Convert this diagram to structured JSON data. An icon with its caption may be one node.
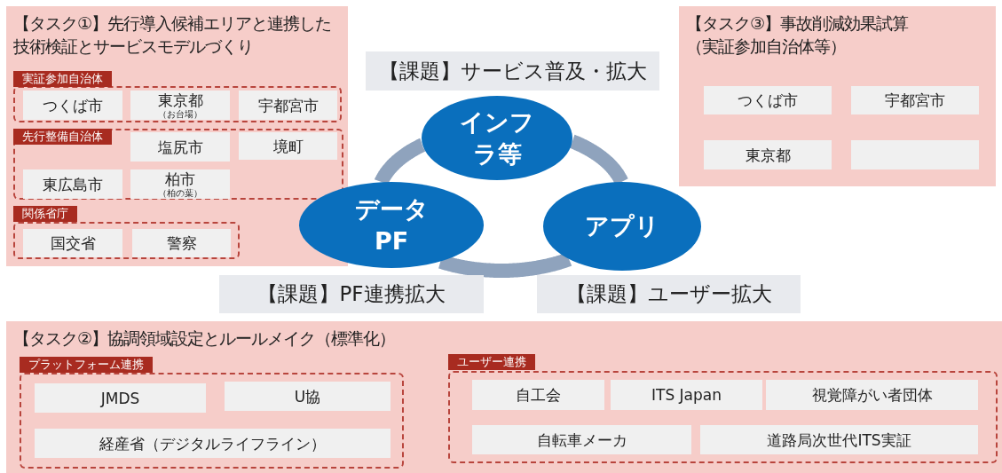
{
  "diagram": {
    "nodes": [
      {
        "text": [
          "【タスク①】先行導入候補エリアと連携した技術検証とサービスモデルづくり"
        ]
      },
      {
        "text": [
          "実証参加自治体"
        ],
        "in": 0
      },
      {
        "text": [
          "つくば市"
        ],
        "in": 1
      },
      {
        "text": [
          "東京都",
          "（お台場）"
        ],
        "in": 1
      },
      {
        "text": [
          "宇都宮市"
        ],
        "in": 1
      },
      {
        "text": [
          "先行整備自治体"
        ],
        "in": 0
      },
      {
        "text": [
          "塩尻市"
        ],
        "in": 5
      },
      {
        "text": [
          "境町"
        ],
        "in": 5
      },
      {
        "text": [
          "東広島市"
        ],
        "in": 5
      },
      {
        "text": [
          "柏市",
          "（柏の葉）"
        ],
        "in": 5
      },
      {
        "text": [
          "関係省庁"
        ],
        "in": 0
      },
      {
        "text": [
          "国交省"
        ],
        "in": 10
      },
      {
        "text": [
          "警察"
        ],
        "in": 10
      },
      {
        "text": [
          "【課題】サービス普及・拡大"
        ]
      },
      {
        "text": [
          "インフラ等"
        ]
      },
      {
        "text": [
          "データ PF"
        ]
      },
      {
        "text": [
          "アプリ"
        ]
      },
      {
        "text": [
          "【課題】PF連携拡大"
        ]
      },
      {
        "text": [
          "【課題】ユーザー拡大"
        ]
      },
      {
        "text": [
          "【タスク③】事故削減効果試算（実証参加自治体等）"
        ]
      },
      {
        "text": [
          "つくば市"
        ],
        "in": 19
      },
      {
        "text": [
          "宇都宮市"
        ],
        "in": 19
      },
      {
        "text": [
          "東京都"
        ],
        "in": 19
      },
      {
        "text": [],
        "shape": "box",
        "in": 19
      },
      {
        "text": [
          "【タスク②】協調領域設定とルールメイク（標準化）"
        ]
      },
      {
        "text": [
          "プラットフォーム連携"
        ],
        "in": 24
      },
      {
        "text": [
          "JMDS"
        ],
        "in": 25
      },
      {
        "text": [
          "U協"
        ],
        "in": 25
      },
      {
        "text": [
          "経産省（デジタルライフライン）"
        ],
        "in": 25
      },
      {
        "text": [
          "ユーザー連携"
        ],
        "in": 24
      },
      {
        "text": [
          "自工会"
        ],
        "in": 29
      },
      {
        "text": [
          "ITS Japan"
        ],
        "in": 29
      },
      {
        "text": [
          "視覚障がい者団体"
        ],
        "in": 29
      },
      {
        "text": [
          "自転車メーカ"
        ],
        "in": 29
      },
      {
        "text": [
          "道路局次世代ITS実証"
        ],
        "in": 29
      }
    ],
    "edges": [
      {
        "from": 14,
        "to": 15,
        "arrow": "none"
      },
      {
        "from": 14,
        "to": 16,
        "arrow": "none"
      },
      {
        "from": 15,
        "to": 16,
        "arrow": "none"
      }
    ]
  }
}
